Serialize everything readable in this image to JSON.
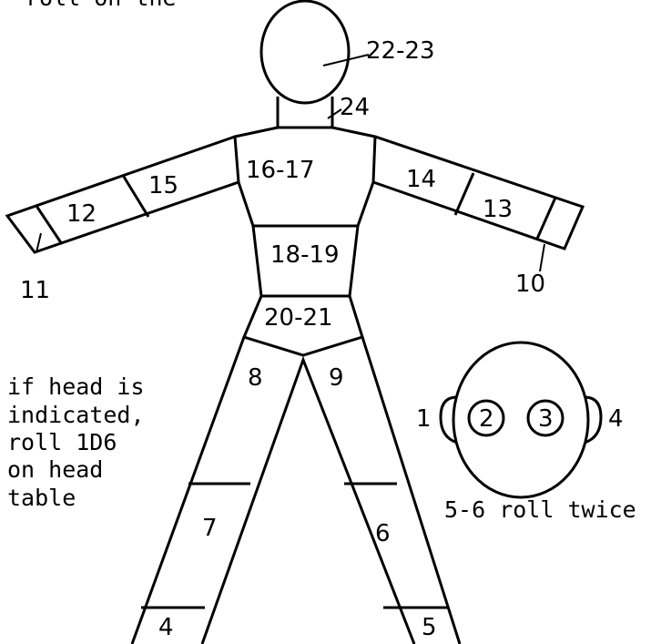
{
  "header_fragment": "roll on the",
  "body_parts": {
    "head": "22-23",
    "neck": "24",
    "chest": "16-17",
    "stomach": "18-19",
    "pelvis": "20-21",
    "left_upper_arm": "14",
    "left_forearm": "13",
    "left_hand": "10",
    "right_upper_arm": "15",
    "right_forearm": "12",
    "right_hand": "11",
    "right_thigh": "8",
    "left_thigh": "9",
    "right_shin": "7",
    "left_shin": "6",
    "right_foot": "4",
    "left_foot": "5"
  },
  "note_lines": [
    "if head is",
    "indicated,",
    "roll 1D6",
    "on head",
    "table"
  ],
  "head_table": {
    "left_ear": "1",
    "left_eye": "2",
    "right_eye": "3",
    "right_ear": "4",
    "caption": "5-6 roll twice"
  }
}
